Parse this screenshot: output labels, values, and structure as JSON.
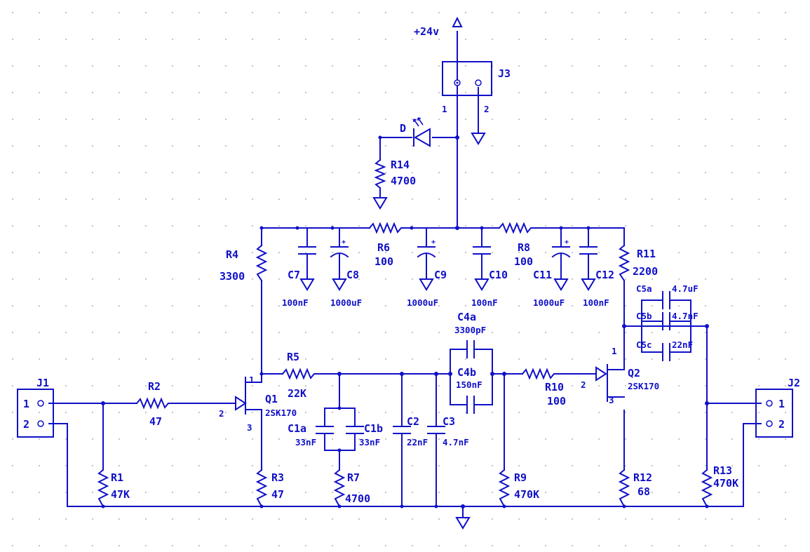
{
  "supply": "+24v",
  "connectors": {
    "j3": {
      "label": "J3",
      "pin1": "1",
      "pin2": "2"
    },
    "j1": {
      "label": "J1",
      "pin1": "1",
      "pin2": "2"
    },
    "j2": {
      "label": "J2",
      "pin1": "1",
      "pin2": "2"
    }
  },
  "diode": {
    "label": "D"
  },
  "transistors": {
    "q1": {
      "label": "Q1",
      "part": "2SK170",
      "pin_d": "1",
      "pin_g": "2",
      "pin_s": "3"
    },
    "q2": {
      "label": "Q2",
      "part": "2SK170",
      "pin_d": "1",
      "pin_g": "2",
      "pin_s": "3"
    }
  },
  "resistors": {
    "r1": {
      "label": "R1",
      "value": "47K"
    },
    "r2": {
      "label": "R2",
      "value": "47"
    },
    "r3": {
      "label": "R3",
      "value": "47"
    },
    "r4": {
      "label": "R4",
      "value": "3300"
    },
    "r5": {
      "label": "R5",
      "value": "22K"
    },
    "r6": {
      "label": "R6",
      "value": "100"
    },
    "r7": {
      "label": "R7",
      "value": "4700"
    },
    "r8": {
      "label": "R8",
      "value": "100"
    },
    "r9": {
      "label": "R9",
      "value": "470K"
    },
    "r10": {
      "label": "R10",
      "value": "100"
    },
    "r11": {
      "label": "R11",
      "value": "2200"
    },
    "r12": {
      "label": "R12",
      "value": "68"
    },
    "r13": {
      "label": "R13",
      "value": "470K"
    },
    "r14": {
      "label": "R14",
      "value": "4700"
    }
  },
  "capacitors": {
    "c1a": {
      "label": "C1a",
      "value": "33nF"
    },
    "c1b": {
      "label": "C1b",
      "value": "33nF"
    },
    "c2": {
      "label": "C2",
      "value": "22nF"
    },
    "c3": {
      "label": "C3",
      "value": "4.7nF"
    },
    "c4a": {
      "label": "C4a",
      "value": "3300pF"
    },
    "c4b": {
      "label": "C4b",
      "value": "150nF"
    },
    "c5a": {
      "label": "C5a",
      "value": "4.7uF"
    },
    "c5b": {
      "label": "C5b",
      "value": "4.7nF"
    },
    "c5c": {
      "label": "C5c",
      "value": "22nF"
    },
    "c7": {
      "label": "C7",
      "value": "100nF"
    },
    "c8": {
      "label": "C8",
      "value": "1000uF"
    },
    "c9": {
      "label": "C9",
      "value": "1000uF"
    },
    "c10": {
      "label": "C10",
      "value": "100nF"
    },
    "c11": {
      "label": "C11",
      "value": "1000uF"
    },
    "c12": {
      "label": "C12",
      "value": "100nF"
    }
  },
  "polarity_mark": "+"
}
